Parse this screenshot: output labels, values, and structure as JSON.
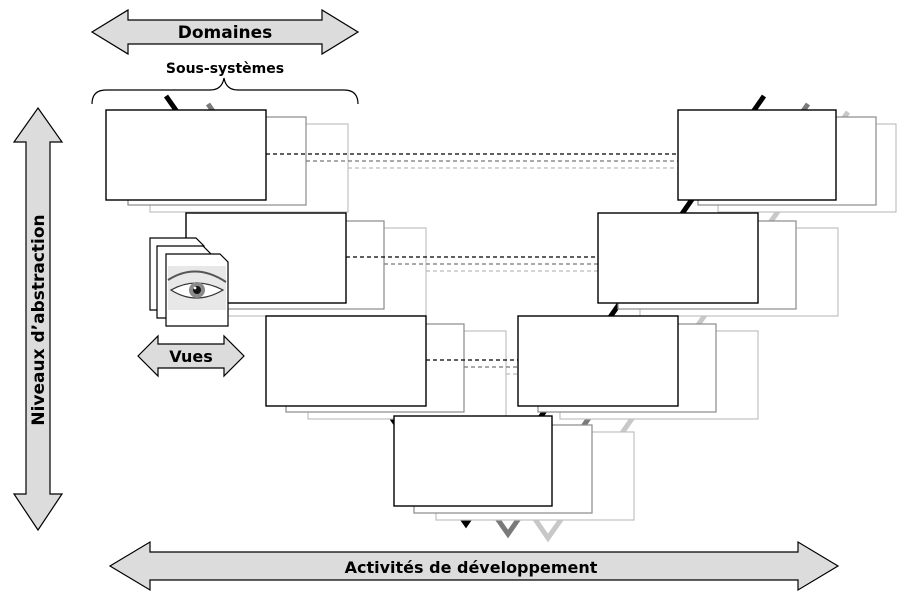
{
  "arrows": {
    "domaines": "Domaines",
    "sous_systemes": "Sous-systèmes",
    "niveaux": "Niveaux d’abstraction",
    "vues": "Vues",
    "activites": "Activités de développement"
  },
  "colors": {
    "arrow_fill": "#dcdcdc",
    "line_layer_1": "#000000",
    "line_layer_2": "#808080",
    "line_layer_3": "#c0c0c0"
  },
  "icons": [
    "eye-icon"
  ]
}
